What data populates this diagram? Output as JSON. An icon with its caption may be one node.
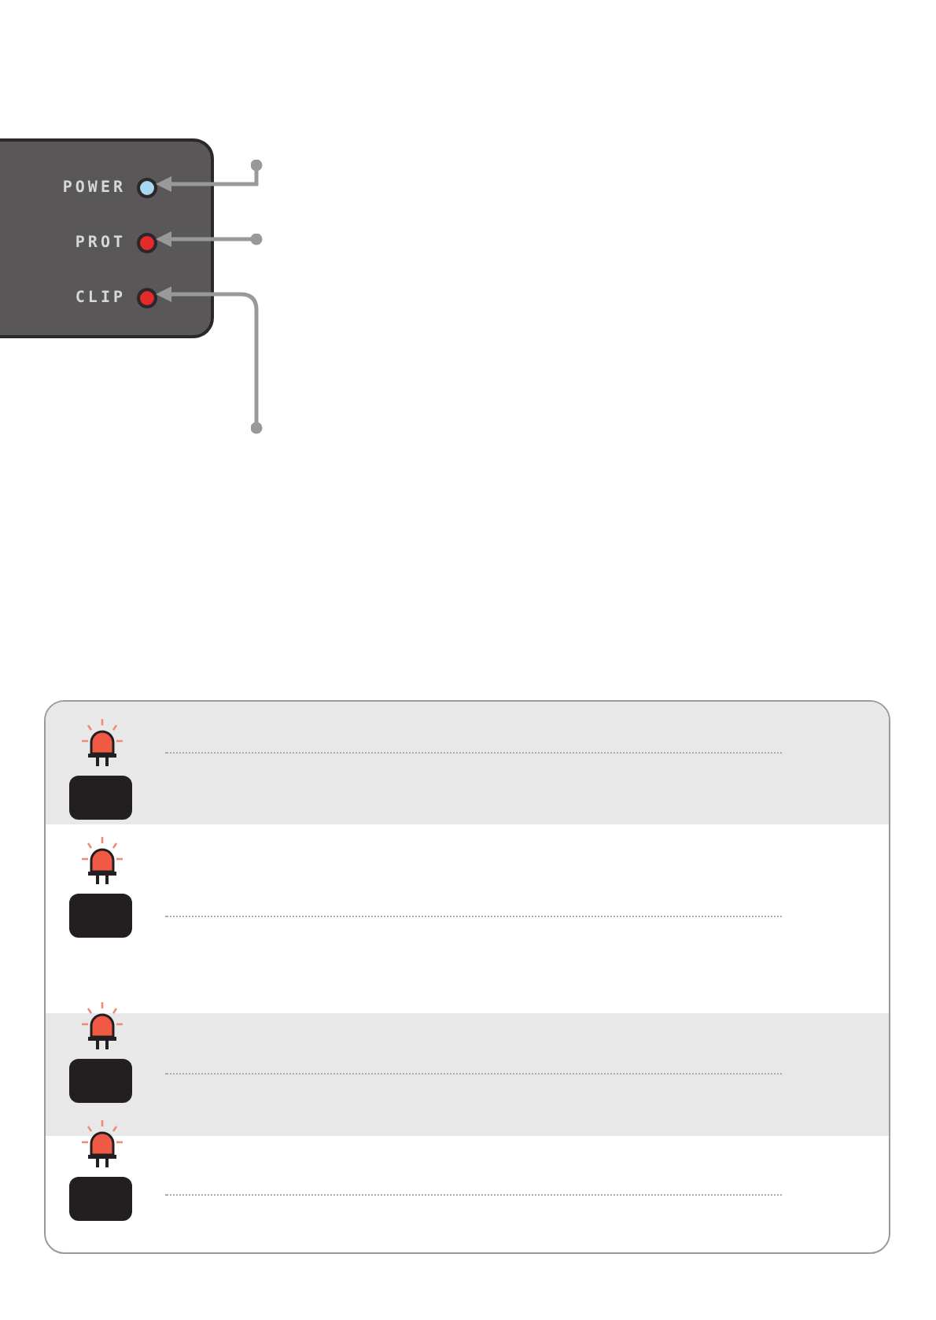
{
  "diagram": {
    "nodes": [
      {
        "text": [],
        "shape": "box"
      },
      {
        "text": [
          "POWER"
        ],
        "in": 0
      },
      {
        "text": [
          "PROT"
        ],
        "in": 0
      },
      {
        "text": [
          "CLIP"
        ],
        "in": 0
      }
    ],
    "edges": [
      {
        "from": null,
        "to": 1,
        "arrow": "to"
      },
      {
        "from": null,
        "to": 2,
        "arrow": "to"
      },
      {
        "from": null,
        "to": 3,
        "arrow": "to"
      }
    ]
  }
}
